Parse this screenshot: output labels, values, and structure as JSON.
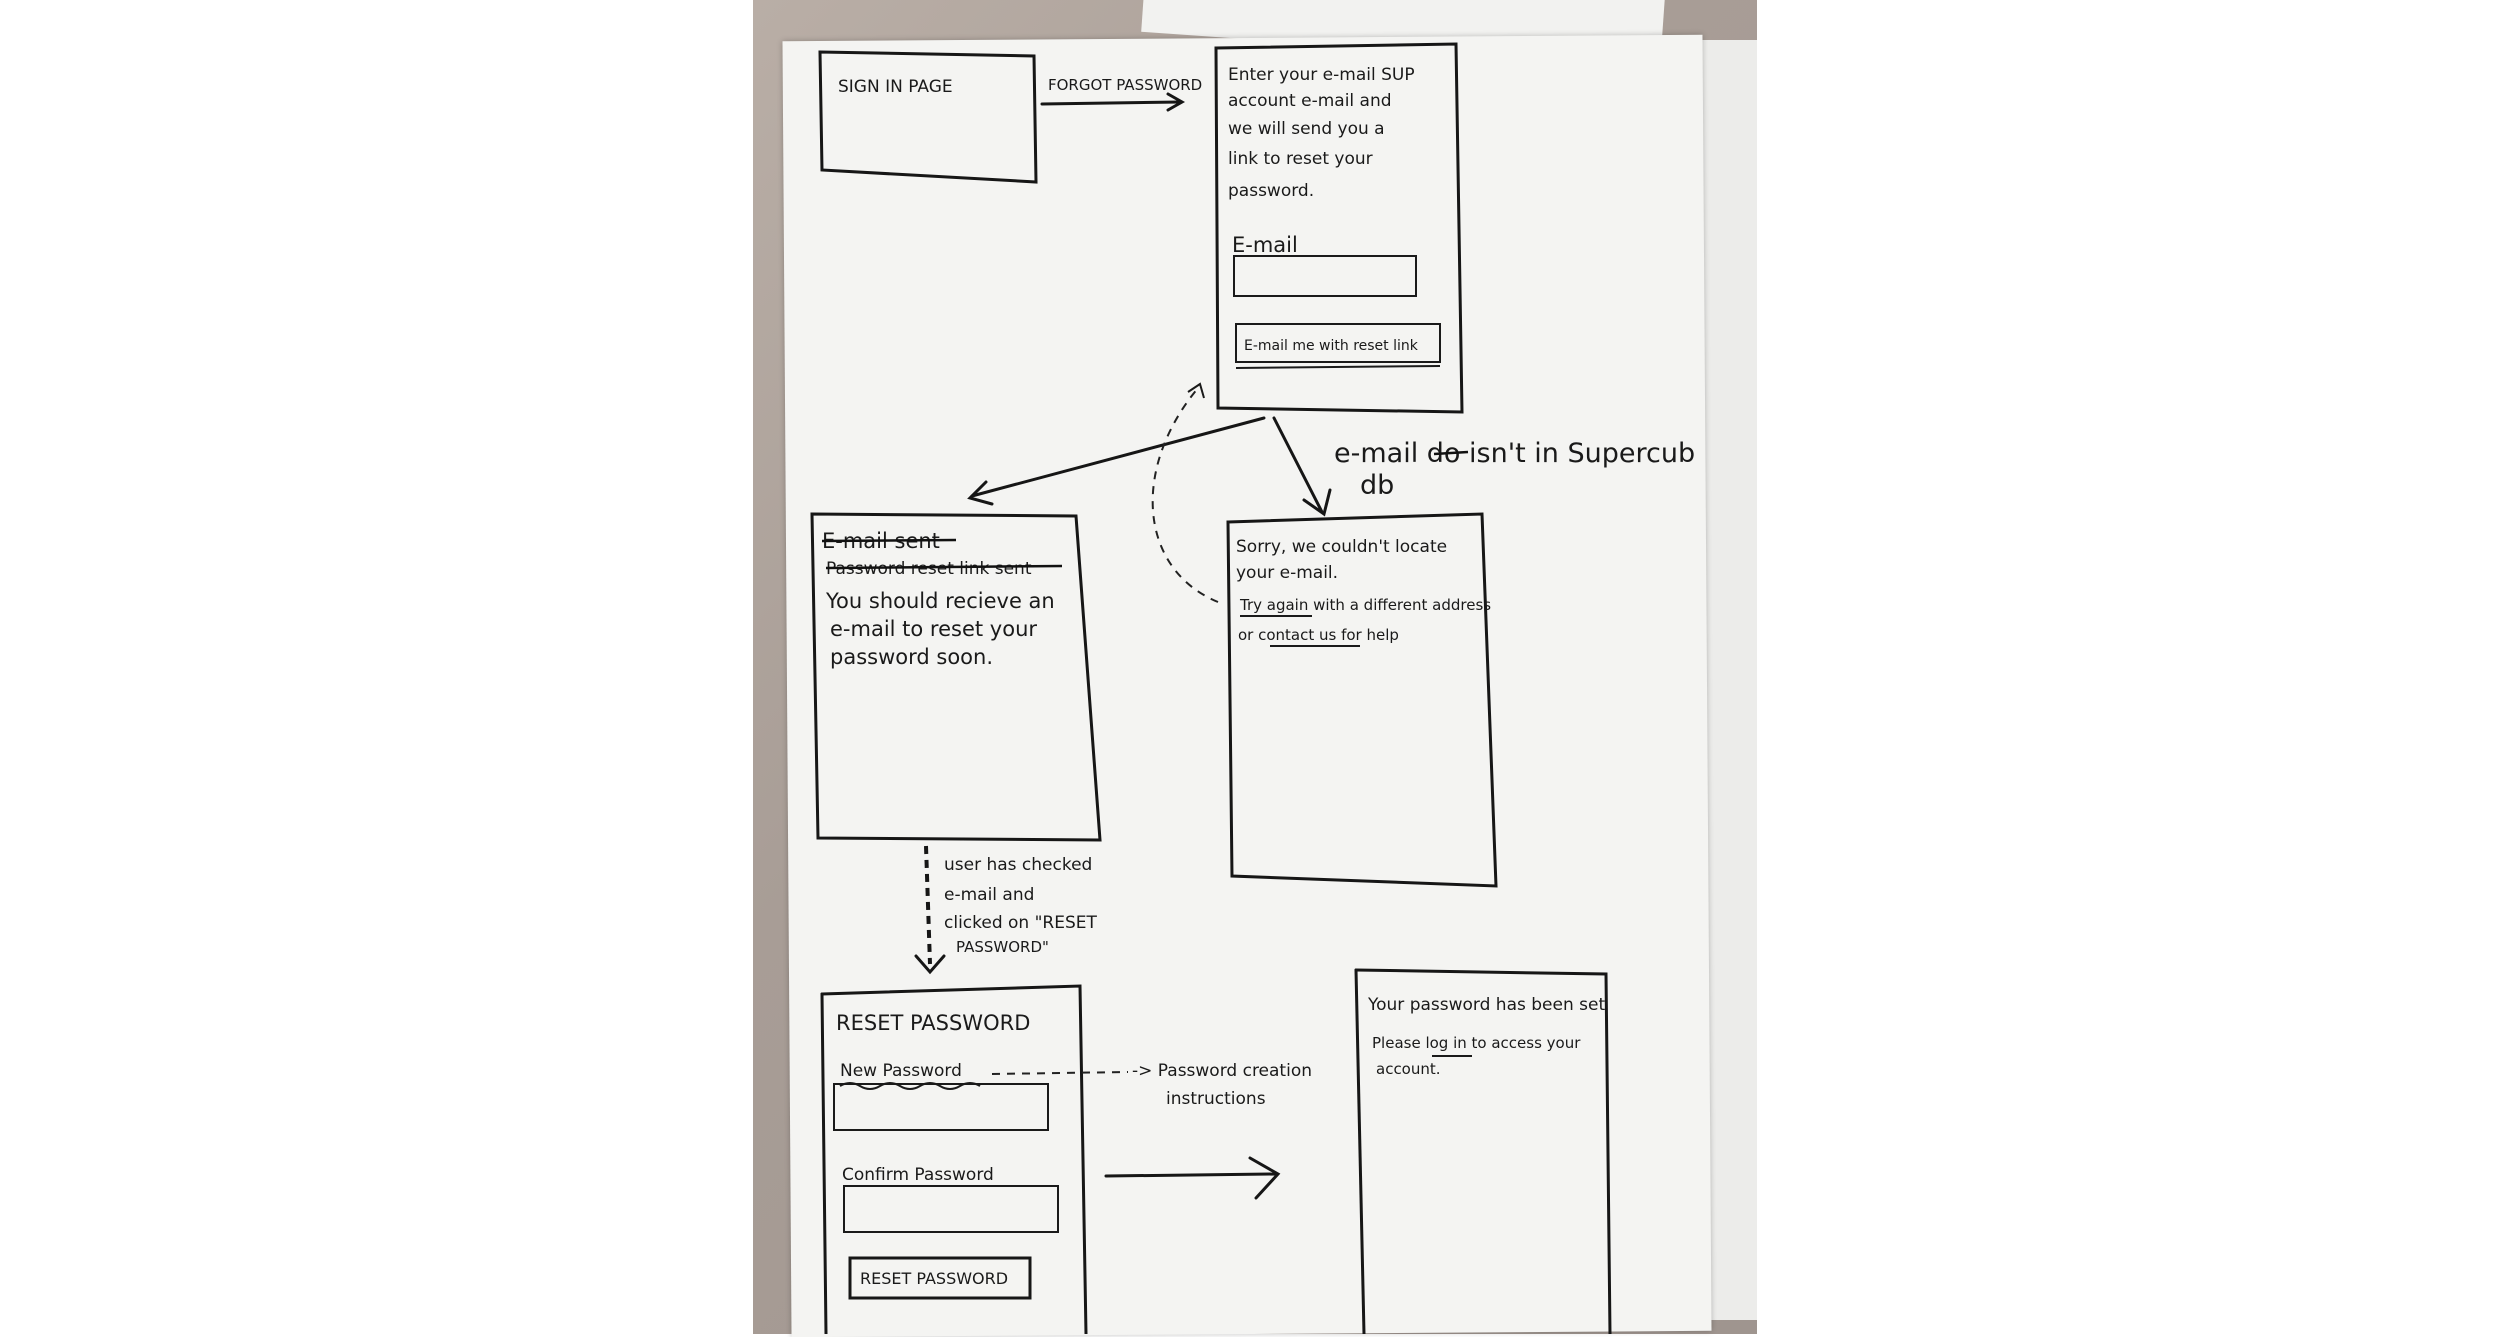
{
  "signin": {
    "title": "SIGN IN PAGE",
    "arrow_label": "FORGOT PASSWORD"
  },
  "forgot": {
    "instructions": [
      "Enter your e-mail SUP",
      "account e-mail and",
      "we will send you a",
      "link to reset your",
      "password."
    ],
    "email_label": "E-mail",
    "button": "E-mail me with reset link"
  },
  "error_note": {
    "line1": "e-mail do isn't in Supercub",
    "line2": "db"
  },
  "sent": {
    "struck": [
      "E-mail sent",
      "Password reset link sent"
    ],
    "message": [
      "You should recieve an",
      "e-mail to reset your",
      "password soon."
    ]
  },
  "notfound": {
    "message": [
      "Sorry, we couldn't locate",
      "your e-mail."
    ],
    "retry": [
      "Try again with a different address",
      "or contact us for help"
    ]
  },
  "user_note": [
    "user has checked",
    "e-mail and",
    "clicked on \"RESET",
    "PASSWORD\""
  ],
  "reset": {
    "title": "RESET PASSWORD",
    "new_label": "New Password",
    "confirm_label": "Confirm Password",
    "button": "RESET PASSWORD",
    "annotation": [
      "-> Password creation",
      "instructions"
    ]
  },
  "done": {
    "message": "Your password has been set",
    "detail": [
      "Please log in to access your",
      "account."
    ]
  }
}
